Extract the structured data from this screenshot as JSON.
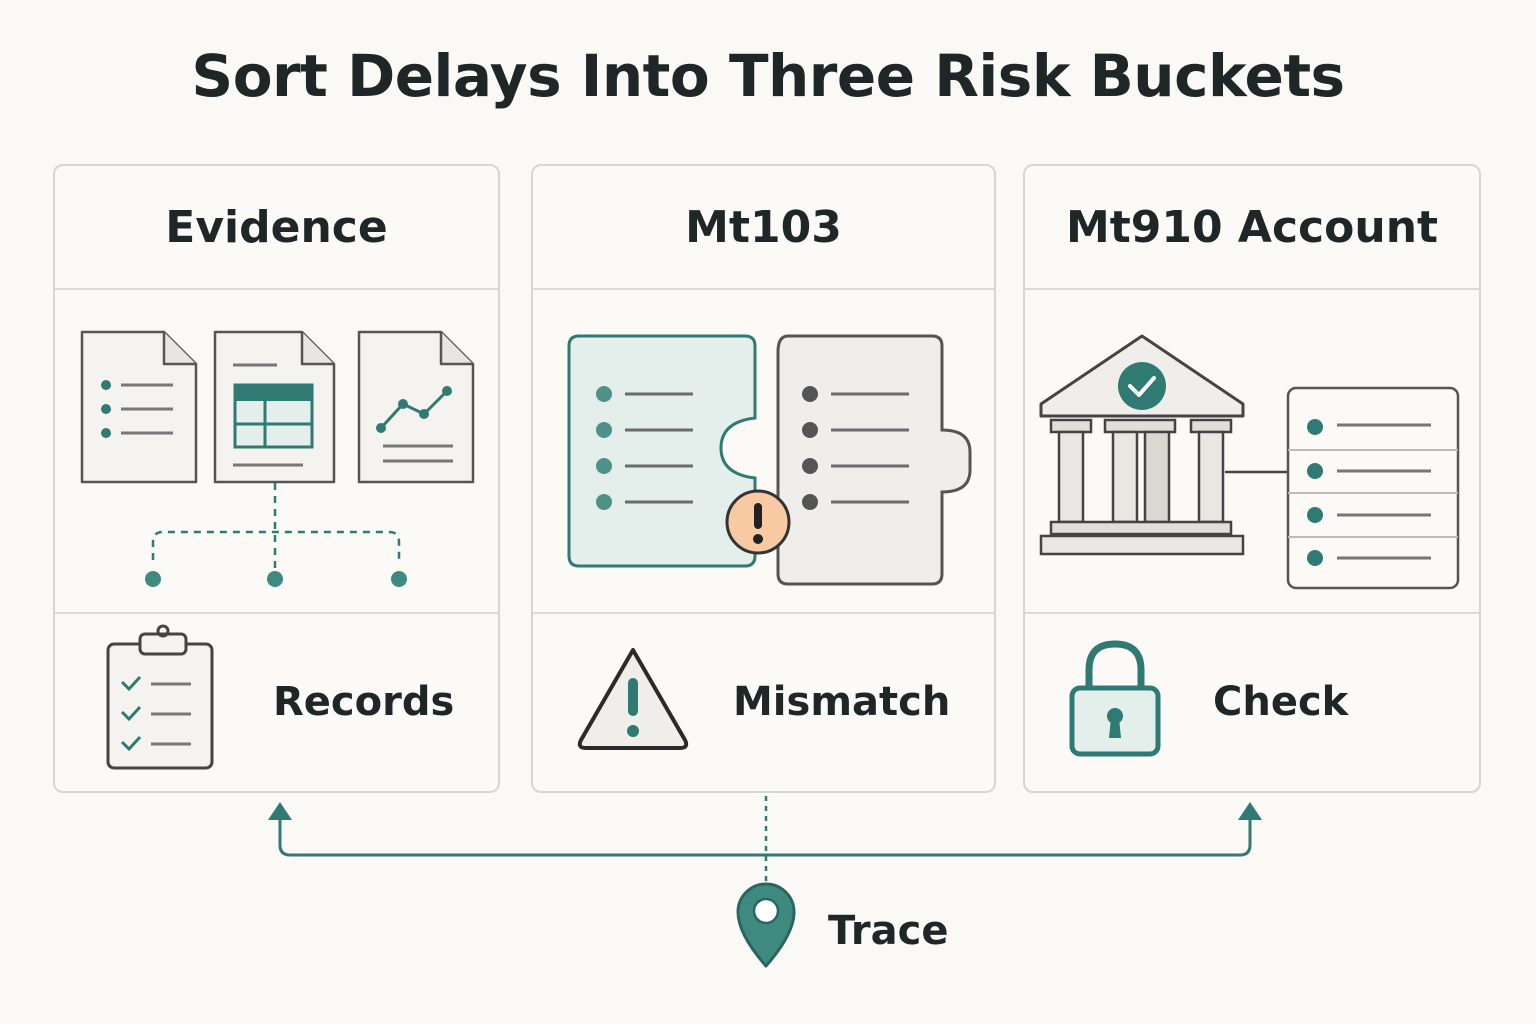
{
  "title": "Sort Delays Into Three Risk Buckets",
  "colors": {
    "teal": "#2f7a72",
    "teal_light": "#e4efec",
    "ink": "#3a3a3a",
    "warning_orange": "#f7caa4",
    "background": "#fbf9f5",
    "border": "#d8d6d0"
  },
  "buckets": [
    {
      "header": "Evidence",
      "footer_label": "Records",
      "illustration_icons": [
        "document-list-icon",
        "spreadsheet-icon",
        "line-chart-document-icon",
        "branch-connector-icon"
      ],
      "footer_icon": "clipboard-checklist-icon"
    },
    {
      "header": "Mt103",
      "footer_label": "Mismatch",
      "illustration_icons": [
        "puzzle-piece-list-icon",
        "puzzle-piece-list-icon",
        "exclamation-badge-icon"
      ],
      "footer_icon": "warning-triangle-icon"
    },
    {
      "header": "Mt910 Account",
      "footer_label": "Check",
      "illustration_icons": [
        "bank-building-icon",
        "checkmark-badge-icon",
        "ledger-list-icon"
      ],
      "footer_icon": "padlock-icon"
    }
  ],
  "trace": {
    "label": "Trace",
    "icon": "location-pin-icon"
  }
}
